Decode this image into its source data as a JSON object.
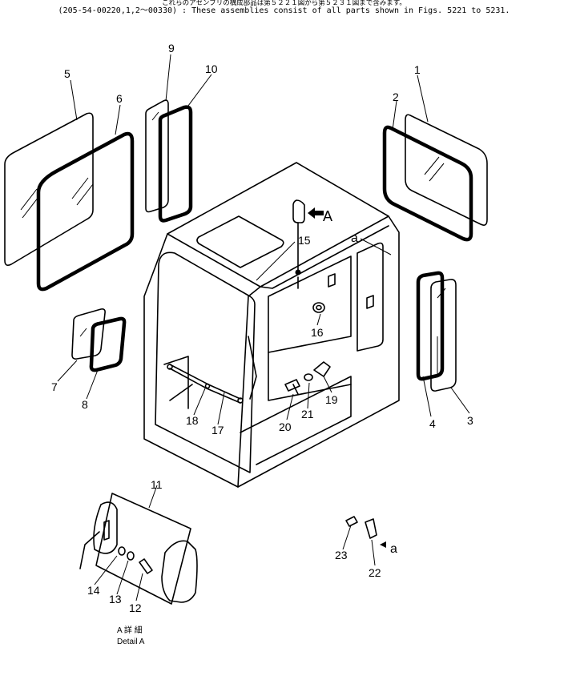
{
  "header": {
    "line1": "これらのアセンブリの構成部品は第５２２１図から第５２３１図まで含みます。",
    "line2": "(205-54-00220,1,2～00330) : These assemblies consist of all parts shown in Figs. 5221 to 5231."
  },
  "callouts": {
    "n1": "1",
    "n2": "2",
    "n3": "3",
    "n4": "4",
    "n5": "5",
    "n6": "6",
    "n7": "7",
    "n8": "8",
    "n9": "9",
    "n10": "10",
    "n11": "11",
    "n12": "12",
    "n13": "13",
    "n14": "14",
    "n15": "15",
    "n16": "16",
    "n17": "17",
    "n18": "18",
    "n19": "19",
    "n20": "20",
    "n21": "21",
    "n22": "22",
    "n23": "23"
  },
  "markers": {
    "view_arrow_label": "A",
    "ref_a_top": "a",
    "ref_a_bottom": "a"
  },
  "detail": {
    "label_jp": "A 詳 細",
    "label_en": "Detail A"
  }
}
